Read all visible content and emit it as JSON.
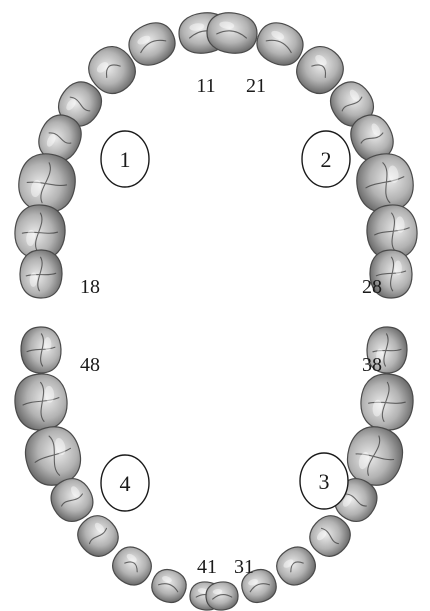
{
  "labels": {
    "upper_right_central": "11",
    "upper_left_central": "21",
    "upper_right_third_molar": "18",
    "upper_left_third_molar": "28",
    "lower_right_third_molar": "48",
    "lower_left_third_molar": "38",
    "lower_right_central": "41",
    "lower_left_central": "31"
  },
  "quadrants": {
    "q1": "1",
    "q2": "2",
    "q3": "3",
    "q4": "4"
  },
  "colors": {
    "tooth_light": "#e4e4e4",
    "tooth_mid": "#a8a8a8",
    "tooth_dark": "#5e5e5e",
    "ink": "#1a1a1a"
  }
}
